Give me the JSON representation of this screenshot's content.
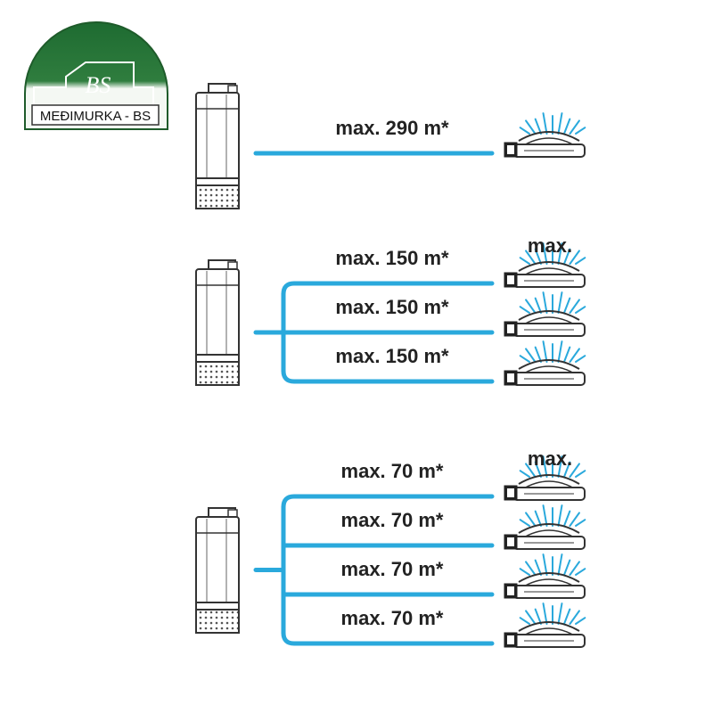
{
  "logo": {
    "initials": "BS",
    "brand": "MEĐIMURKA - BS",
    "color_dark": "#1e6b31",
    "color_light": "#f4f8f3"
  },
  "pipe_color": "#2aa9dc",
  "groups": [
    {
      "branches": [
        {
          "label": "max. 290 m*"
        }
      ],
      "sprinkler_tag": ""
    },
    {
      "branches": [
        {
          "label": "max. 150 m*"
        },
        {
          "label": "max. 150 m*"
        },
        {
          "label": "max. 150 m*"
        }
      ],
      "sprinkler_tag": "max."
    },
    {
      "branches": [
        {
          "label": "max. 70 m*"
        },
        {
          "label": "max. 70 m*"
        },
        {
          "label": "max. 70 m*"
        },
        {
          "label": "max. 70 m*"
        }
      ],
      "sprinkler_tag": "max."
    }
  ]
}
